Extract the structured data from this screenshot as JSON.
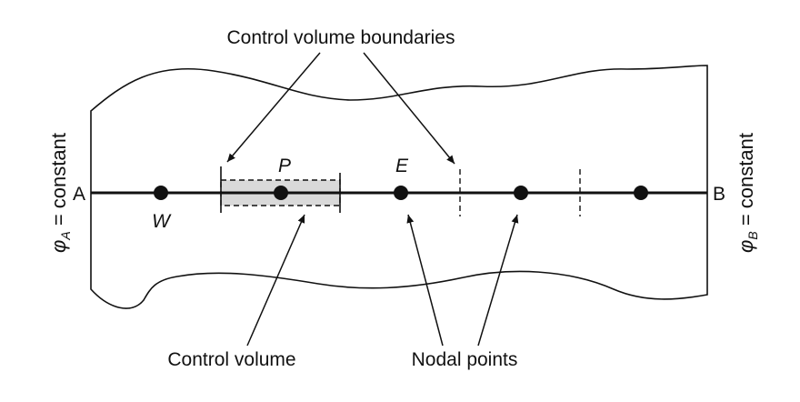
{
  "labels": {
    "boundaries": "Control volume boundaries",
    "control_volume": "Control volume",
    "nodal_points": "Nodal points",
    "end_a": "A",
    "end_b": "B",
    "left_bc_symbol": "φ",
    "left_bc_sub": "A",
    "left_bc_rest": " = constant",
    "right_bc_symbol": "φ",
    "right_bc_sub": "B",
    "right_bc_rest": " = constant"
  },
  "nodes": {
    "w": "W",
    "p": "P",
    "e": "E"
  },
  "colors": {
    "line": "#111111",
    "control_volume_fill": "#d9d9d9"
  }
}
